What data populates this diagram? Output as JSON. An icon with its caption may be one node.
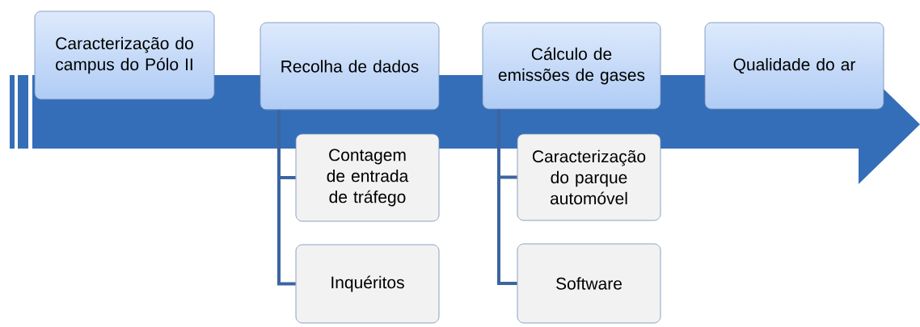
{
  "diagram": {
    "nodes": [
      {
        "text": [
          "Caracterização do campus do Pólo II"
        ]
      },
      {
        "text": [
          "Recolha de dados"
        ]
      },
      {
        "text": [
          "Cálculo de emissões de gases"
        ]
      },
      {
        "text": [
          "Qualidade do ar"
        ]
      },
      {
        "text": [
          "Contagem de entrada de tráfego"
        ]
      },
      {
        "text": [
          "Inquéritos"
        ]
      },
      {
        "text": [
          "Caracterização do parque automóvel"
        ]
      },
      {
        "text": [
          "Software"
        ]
      }
    ],
    "edges": [
      {
        "from": 1,
        "to": 4,
        "arrow": "none"
      },
      {
        "from": 1,
        "to": 5,
        "arrow": "none"
      },
      {
        "from": 2,
        "to": 6,
        "arrow": "none"
      },
      {
        "from": 2,
        "to": 7,
        "arrow": "none"
      }
    ]
  }
}
